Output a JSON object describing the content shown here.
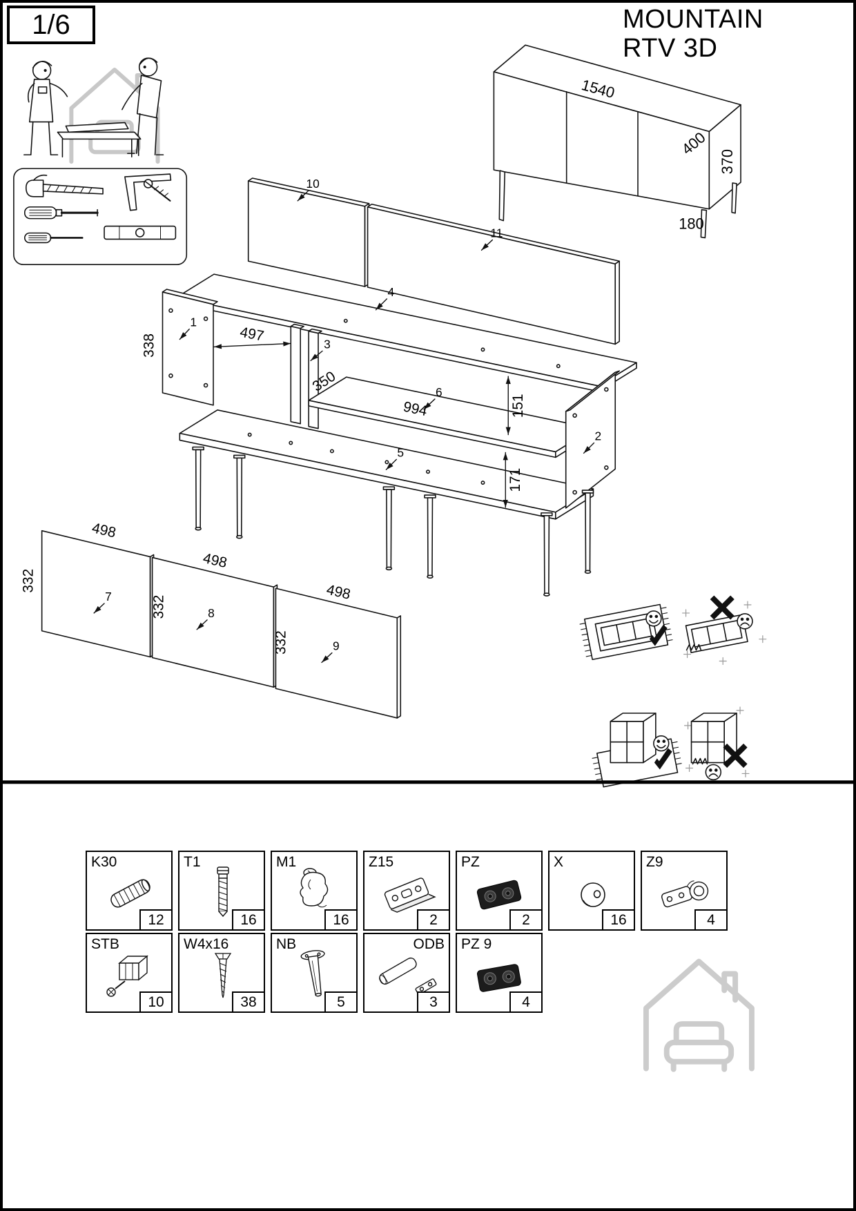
{
  "page": {
    "number": "1/6",
    "title_line1": "MOUNTAIN",
    "title_line2": "RTV 3D"
  },
  "product": {
    "width": "1540",
    "depth": "400",
    "height": "370",
    "leg_height": "180"
  },
  "exploded": {
    "parts": {
      "p1": "1",
      "p2": "2",
      "p3": "3",
      "p4": "4",
      "p5": "5",
      "p6": "6",
      "p7": "7",
      "p8": "8",
      "p9": "9",
      "p10": "10",
      "p11": "11"
    },
    "dims": {
      "side_height": "338",
      "inner_width": "497",
      "shelf_depth": "350",
      "shelf_width": "994",
      "upper_gap": "151",
      "lower_gap": "171"
    }
  },
  "doors": {
    "width": "498",
    "height": "332"
  },
  "hardware": {
    "row1": [
      {
        "code": "K30",
        "qty": "12"
      },
      {
        "code": "T1",
        "qty": "16"
      },
      {
        "code": "M1",
        "qty": "16"
      },
      {
        "code": "Z15",
        "qty": "2"
      },
      {
        "code": "PZ",
        "qty": "2"
      },
      {
        "code": "X",
        "qty": "16"
      },
      {
        "code": "Z9",
        "qty": "4"
      }
    ],
    "row2": [
      {
        "code": "STB",
        "qty": "10"
      },
      {
        "code": "W4x16",
        "qty": "38"
      },
      {
        "code": "NB",
        "qty": "5"
      },
      {
        "code": "ODB",
        "qty": "3"
      },
      {
        "code": "PZ 9",
        "qty": "4"
      }
    ]
  }
}
